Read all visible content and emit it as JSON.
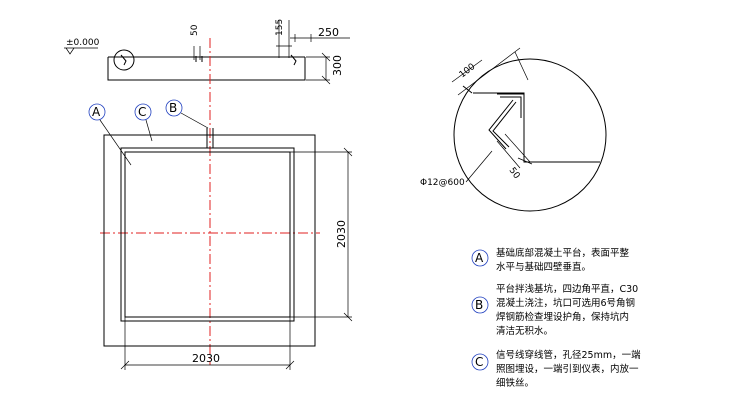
{
  "elevation": {
    "level": "±0.000"
  },
  "section": {
    "dim_50": "50",
    "dim_155": "155",
    "dim_250": "250",
    "dim_300": "300"
  },
  "plan": {
    "width_label": "2030",
    "height_label": "2030"
  },
  "callouts": {
    "a": "A",
    "b": "B",
    "c": "C"
  },
  "detail": {
    "dim_100": "100",
    "dim_50": "50",
    "rebar": "Φ12@600"
  },
  "notes": {
    "a": [
      "基础底部混凝土平台，表面平整",
      "水平与基础四壁垂直。"
    ],
    "b": [
      "平台拌浅基坑，四边角平直，C30",
      "混凝土浇注，坑口可选用6号角钢",
      "焊钢筋检查埋设护角，保持坑内",
      "清洁无积水。"
    ],
    "c": [
      "信号线穿线管，孔径25mm，一端",
      "照图埋设，一端引到仪表，内放一",
      "细铁丝。"
    ]
  },
  "colors": {
    "ink": "#000000",
    "centerline": "#e02020",
    "callout": "#1f3fbf",
    "background": "#ffffff"
  }
}
